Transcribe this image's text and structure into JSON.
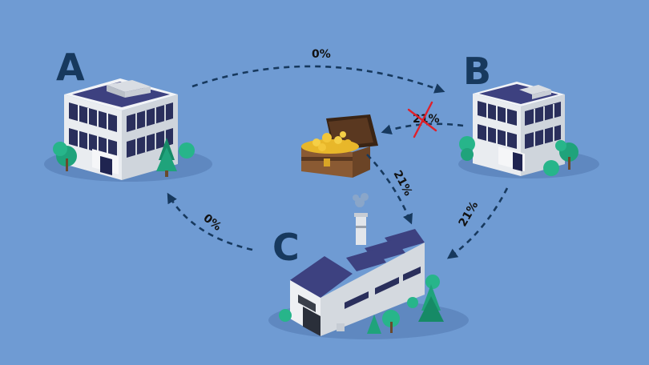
{
  "nodes": {
    "a": {
      "label": "A"
    },
    "b": {
      "label": "B"
    },
    "c": {
      "label": "C"
    }
  },
  "flows": {
    "a_to_b": "0%",
    "c_to_a": "0%",
    "b_to_treasure": "21%",
    "treasure_to_c": "21%",
    "b_to_c": "21%"
  },
  "icons": {
    "treasure": "treasure-chest-icon",
    "crossed": "cross-out-icon"
  },
  "colors": {
    "background": "#6f9bd3",
    "label": "#17395e",
    "cross": "#e0202a",
    "roof": "#3d4180",
    "tree": "#1fa37b"
  }
}
